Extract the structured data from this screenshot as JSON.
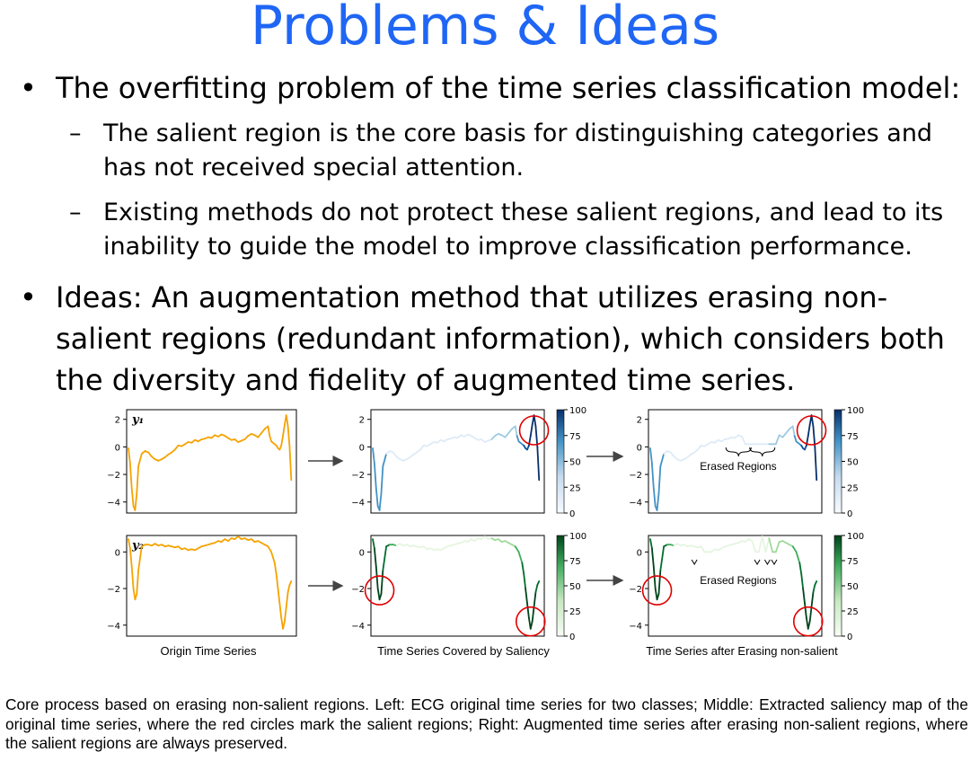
{
  "slide": {
    "title": "Problems & Ideas",
    "bullet_marker": "•",
    "dash_marker": "–",
    "bullet1": "The overfitting problem of the time series classification model:",
    "sub1": "The salient region is the core basis for distinguishing categories and has not received special attention.",
    "sub2": "Existing methods do not protect these salient regions, and lead to its inability to guide the model to improve classification performance.",
    "bullet2": "Ideas: An augmentation method that utilizes erasing non-salient regions (redundant information), which considers both the diversity and fidelity of augmented time series.",
    "caption": "Core process based on erasing non-salient regions. Left: ECG original time series for two classes; Middle: Extracted saliency map of the original time series, where the red circles mark the salient regions; Right: Augmented time series after erasing non-salient regions, where the salient regions are always preserved."
  },
  "figure": {
    "column_labels": [
      "Origin Time Series",
      "Time Series Covered by Saliency",
      "Time Series after Erasing non-salient"
    ],
    "row_labels": [
      "y₁",
      "y₂"
    ],
    "erased_label": "Erased Regions",
    "colorbar_ticks": [
      "100",
      "75",
      "50",
      "25",
      "0"
    ],
    "colors": {
      "original": "#f5a300",
      "blue_dark": "#08306b",
      "green_dark": "#00441b",
      "salient_circle": "#e00000"
    }
  },
  "chart_data": [
    {
      "type": "line",
      "title": "",
      "row_label": "y₁",
      "column_label": "Origin Time Series",
      "yticks": [
        2,
        0,
        -2,
        -4
      ],
      "ylim": [
        -4.8,
        2.7
      ],
      "xlim": [
        0,
        100
      ],
      "series": [
        {
          "x": [
            0,
            1,
            2,
            3,
            4,
            5,
            6,
            8,
            10,
            12,
            14,
            16,
            18,
            20,
            22,
            24,
            26,
            28,
            30,
            32,
            34,
            36,
            38,
            40,
            42,
            44,
            46,
            48,
            50,
            52,
            54,
            56,
            58,
            60,
            62,
            64,
            66,
            68,
            70,
            72,
            74,
            76,
            78,
            80,
            82,
            84,
            85,
            86,
            87,
            88,
            89,
            90,
            91,
            92,
            93,
            94,
            95,
            96,
            97,
            98
          ],
          "y": [
            -0.1,
            -1.2,
            -3,
            -4.3,
            -4.6,
            -3.4,
            -1.4,
            -0.5,
            -0.3,
            -0.4,
            -0.7,
            -0.9,
            -1.0,
            -0.9,
            -0.75,
            -0.55,
            -0.4,
            -0.2,
            0.1,
            0.05,
            0.2,
            0.35,
            0.3,
            0.5,
            0.4,
            0.55,
            0.6,
            0.7,
            0.65,
            0.85,
            0.75,
            0.9,
            0.8,
            0.65,
            0.5,
            0.55,
            0.35,
            0.45,
            0.55,
            0.8,
            0.95,
            0.85,
            0.7,
            1.0,
            1.3,
            1.5,
            0.8,
            0.4,
            0.3,
            0.2,
            0.1,
            -0.1,
            -0.2,
            0.1,
            0.8,
            1.6,
            2.3,
            1.5,
            0.0,
            -2.4
          ]
        }
      ]
    },
    {
      "type": "line",
      "title": "",
      "column_label": "Time Series Covered by Saliency",
      "yticks": [
        2,
        0,
        -2,
        -4
      ],
      "ylim": [
        -4.8,
        2.7
      ],
      "xlim": [
        0,
        100
      ],
      "colorbar": {
        "ticks": [
          100,
          75,
          50,
          25,
          0
        ],
        "colormap": "Blues"
      },
      "series": [
        {
          "x": [
            0,
            1,
            2,
            3,
            4,
            5,
            6,
            8,
            10,
            12,
            14,
            16,
            18,
            20,
            22,
            24,
            26,
            28,
            30,
            32,
            34,
            36,
            38,
            40,
            42,
            44,
            46,
            48,
            50,
            52,
            54,
            56,
            58,
            60,
            62,
            64,
            66,
            68,
            70,
            72,
            74,
            76,
            78,
            80,
            82,
            84,
            85,
            86,
            87,
            88,
            89,
            90,
            91,
            92,
            93,
            94,
            95,
            96,
            97,
            98
          ],
          "y": [
            -0.1,
            -1.2,
            -3,
            -4.3,
            -4.6,
            -3.4,
            -1.4,
            -0.5,
            -0.3,
            -0.4,
            -0.7,
            -0.9,
            -1.0,
            -0.9,
            -0.75,
            -0.55,
            -0.4,
            -0.2,
            0.1,
            0.05,
            0.2,
            0.35,
            0.3,
            0.5,
            0.4,
            0.55,
            0.6,
            0.7,
            0.65,
            0.85,
            0.75,
            0.9,
            0.8,
            0.65,
            0.5,
            0.55,
            0.35,
            0.45,
            0.55,
            0.8,
            0.95,
            0.85,
            0.7,
            1.0,
            1.3,
            1.5,
            0.8,
            0.4,
            0.3,
            0.2,
            0.1,
            -0.1,
            -0.2,
            0.1,
            0.8,
            1.6,
            2.3,
            1.5,
            0.0,
            -2.4
          ]
        }
      ],
      "salient_circles": [
        {
          "x": 95,
          "y": 1.2
        }
      ]
    },
    {
      "type": "line",
      "title": "",
      "column_label": "Time Series after Erasing non-salient",
      "yticks": [
        2,
        0,
        -2,
        -4
      ],
      "ylim": [
        -4.8,
        2.7
      ],
      "xlim": [
        0,
        100
      ],
      "colorbar": {
        "ticks": [
          100,
          75,
          50,
          25,
          0
        ],
        "colormap": "Blues"
      },
      "annotations": [
        "Erased Regions"
      ],
      "series": [
        {
          "x": [
            0,
            1,
            2,
            3,
            4,
            5,
            6,
            8,
            10,
            12,
            14,
            16,
            18,
            20,
            22,
            24,
            26,
            28,
            30,
            32,
            34,
            36,
            38,
            40,
            42,
            44,
            46,
            48,
            50,
            52,
            54,
            56,
            58,
            60,
            62,
            64,
            66,
            68,
            70,
            72,
            74,
            76,
            78,
            80,
            82,
            84,
            85,
            86,
            87,
            88,
            89,
            90,
            91,
            92,
            93,
            94,
            95,
            96,
            97,
            98
          ],
          "y": [
            -0.1,
            -1.2,
            -3,
            -4.3,
            -4.6,
            -3.4,
            -1.4,
            -0.5,
            -0.3,
            -0.4,
            -0.7,
            -0.9,
            -1.0,
            -0.9,
            -0.75,
            -0.55,
            -0.4,
            -0.2,
            0.1,
            0.05,
            0.2,
            0.35,
            0.3,
            0.5,
            0.4,
            0.55,
            0.6,
            0.7,
            0.65,
            0.85,
            0.75,
            0.2,
            0.2,
            0.2,
            0.2,
            0.2,
            0.2,
            0.2,
            0.2,
            0.2,
            0.2,
            0.85,
            0.7,
            1.0,
            1.3,
            1.5,
            0.8,
            0.4,
            0.3,
            0.2,
            0.1,
            -0.1,
            -0.2,
            0.1,
            0.8,
            1.6,
            2.3,
            1.5,
            0.0,
            -2.4
          ]
        }
      ],
      "salient_circles": [
        {
          "x": 95,
          "y": 1.2
        }
      ]
    },
    {
      "type": "line",
      "title": "",
      "row_label": "y₂",
      "column_label": "Origin Time Series",
      "yticks": [
        0,
        -2,
        -4
      ],
      "ylim": [
        -4.6,
        0.9
      ],
      "xlim": [
        0,
        100
      ],
      "series": [
        {
          "x": [
            0,
            1,
            2,
            3,
            4,
            5,
            6,
            8,
            10,
            12,
            14,
            16,
            18,
            20,
            22,
            24,
            26,
            28,
            30,
            32,
            34,
            36,
            38,
            40,
            42,
            44,
            46,
            48,
            50,
            52,
            54,
            56,
            58,
            60,
            62,
            64,
            66,
            68,
            70,
            72,
            74,
            76,
            78,
            80,
            82,
            84,
            86,
            88,
            89,
            90,
            91,
            92,
            93,
            94,
            95,
            96,
            97,
            98
          ],
          "y": [
            0.7,
            0.2,
            -0.8,
            -2.0,
            -2.6,
            -2.3,
            -1.0,
            0.3,
            0.4,
            0.4,
            0.35,
            0.45,
            0.35,
            0.4,
            0.3,
            0.35,
            0.3,
            0.25,
            0.3,
            0.15,
            0.2,
            0.1,
            0.15,
            0.1,
            0.2,
            0.3,
            0.35,
            0.4,
            0.45,
            0.5,
            0.6,
            0.55,
            0.7,
            0.6,
            0.75,
            0.7,
            0.85,
            0.7,
            0.75,
            0.65,
            0.7,
            0.55,
            0.6,
            0.5,
            0.4,
            0.3,
            0.0,
            -0.6,
            -1.2,
            -2.0,
            -2.8,
            -3.6,
            -4.2,
            -3.8,
            -3.0,
            -2.2,
            -1.8,
            -1.6
          ]
        }
      ]
    },
    {
      "type": "line",
      "title": "",
      "column_label": "Time Series Covered by Saliency",
      "yticks": [
        0,
        -2,
        -4
      ],
      "ylim": [
        -4.6,
        0.9
      ],
      "xlim": [
        0,
        100
      ],
      "colorbar": {
        "ticks": [
          100,
          75,
          50,
          25,
          0
        ],
        "colormap": "Greens"
      },
      "series": [
        {
          "x": [
            0,
            1,
            2,
            3,
            4,
            5,
            6,
            8,
            10,
            12,
            14,
            16,
            18,
            20,
            22,
            24,
            26,
            28,
            30,
            32,
            34,
            36,
            38,
            40,
            42,
            44,
            46,
            48,
            50,
            52,
            54,
            56,
            58,
            60,
            62,
            64,
            66,
            68,
            70,
            72,
            74,
            76,
            78,
            80,
            82,
            84,
            86,
            88,
            89,
            90,
            91,
            92,
            93,
            94,
            95,
            96,
            97,
            98
          ],
          "y": [
            0.7,
            0.2,
            -0.8,
            -2.0,
            -2.6,
            -2.3,
            -1.0,
            0.3,
            0.4,
            0.4,
            0.35,
            0.45,
            0.35,
            0.4,
            0.3,
            0.35,
            0.3,
            0.25,
            0.3,
            0.15,
            0.2,
            0.1,
            0.15,
            0.1,
            0.2,
            0.3,
            0.35,
            0.4,
            0.45,
            0.5,
            0.6,
            0.55,
            0.7,
            0.6,
            0.75,
            0.7,
            0.85,
            0.7,
            0.75,
            0.65,
            0.7,
            0.55,
            0.6,
            0.5,
            0.4,
            0.3,
            0.0,
            -0.6,
            -1.2,
            -2.0,
            -2.8,
            -3.6,
            -4.2,
            -3.8,
            -3.0,
            -2.2,
            -1.8,
            -1.6
          ]
        }
      ],
      "salient_circles": [
        {
          "x": 4,
          "y": -2.1
        },
        {
          "x": 93,
          "y": -3.8
        }
      ]
    },
    {
      "type": "line",
      "title": "",
      "column_label": "Time Series after Erasing non-salient",
      "yticks": [
        0,
        -2,
        -4
      ],
      "ylim": [
        -4.6,
        0.9
      ],
      "xlim": [
        0,
        100
      ],
      "colorbar": {
        "ticks": [
          100,
          75,
          50,
          25,
          0
        ],
        "colormap": "Greens"
      },
      "annotations": [
        "Erased Regions"
      ],
      "series": [
        {
          "x": [
            0,
            1,
            2,
            3,
            4,
            5,
            6,
            8,
            10,
            12,
            14,
            16,
            18,
            20,
            22,
            24,
            26,
            28,
            30,
            32,
            34,
            36,
            38,
            40,
            42,
            44,
            46,
            48,
            50,
            52,
            54,
            56,
            58,
            60,
            62,
            64,
            66,
            68,
            70,
            72,
            74,
            76,
            78,
            80,
            82,
            84,
            86,
            88,
            89,
            90,
            91,
            92,
            93,
            94,
            95,
            96,
            97,
            98
          ],
          "y": [
            0.7,
            0.2,
            -0.8,
            -2.0,
            -2.6,
            -2.3,
            -1.0,
            0.3,
            0.4,
            0.4,
            0.35,
            0.45,
            0.35,
            0.4,
            0.3,
            0.35,
            0.3,
            0.25,
            0.3,
            0.0,
            0.0,
            0.0,
            0.15,
            0.1,
            0.2,
            0.3,
            0.35,
            0.4,
            0.45,
            0.5,
            0.6,
            0.55,
            0.7,
            0.6,
            0.0,
            0.0,
            0.85,
            0.0,
            0.75,
            0.0,
            0.0,
            0.55,
            0.6,
            0.5,
            0.4,
            0.3,
            0.0,
            -0.6,
            -1.2,
            -2.0,
            -2.8,
            -3.6,
            -4.2,
            -3.8,
            -3.0,
            -2.2,
            -1.8,
            -1.6
          ]
        }
      ],
      "salient_circles": [
        {
          "x": 4,
          "y": -2.1
        },
        {
          "x": 93,
          "y": -3.8
        }
      ]
    }
  ]
}
